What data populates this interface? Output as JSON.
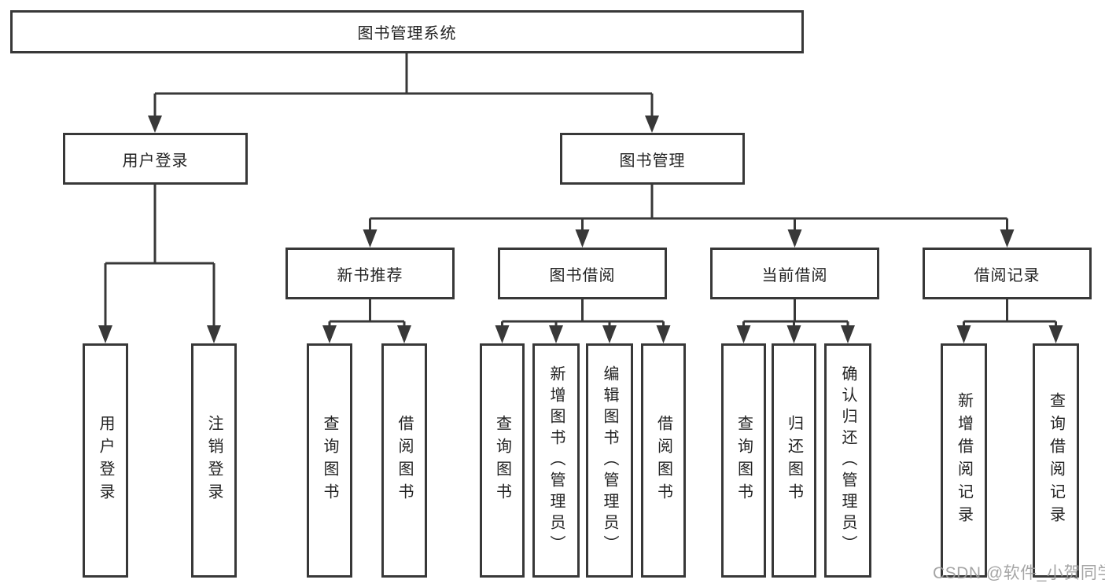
{
  "diagram": {
    "title": "图书管理系统",
    "colors": {
      "line": "#383838",
      "text": "#222222",
      "background": "#ffffff",
      "watermark": "#9c9c9c"
    },
    "root": {
      "label": "图书管理系统"
    },
    "level2": [
      {
        "label": "用户登录"
      },
      {
        "label": "图书管理"
      }
    ],
    "level3": [
      {
        "label": "新书推荐"
      },
      {
        "label": "图书借阅"
      },
      {
        "label": "当前借阅"
      },
      {
        "label": "借阅记录"
      }
    ],
    "leaves": [
      {
        "label": "用户登录"
      },
      {
        "label": "注销登录"
      },
      {
        "label": "查询图书"
      },
      {
        "label": "借阅图书"
      },
      {
        "label": "查询图书"
      },
      {
        "label": "新增图书（管理员）"
      },
      {
        "label": "编辑图书（管理员）"
      },
      {
        "label": "借阅图书"
      },
      {
        "label": "查询图书"
      },
      {
        "label": "归还图书"
      },
      {
        "label": "确认归还（管理员）"
      },
      {
        "label": "新增借阅记录"
      },
      {
        "label": "查询借阅记录"
      }
    ],
    "watermark": "CSDN @软件_小贺同学"
  }
}
